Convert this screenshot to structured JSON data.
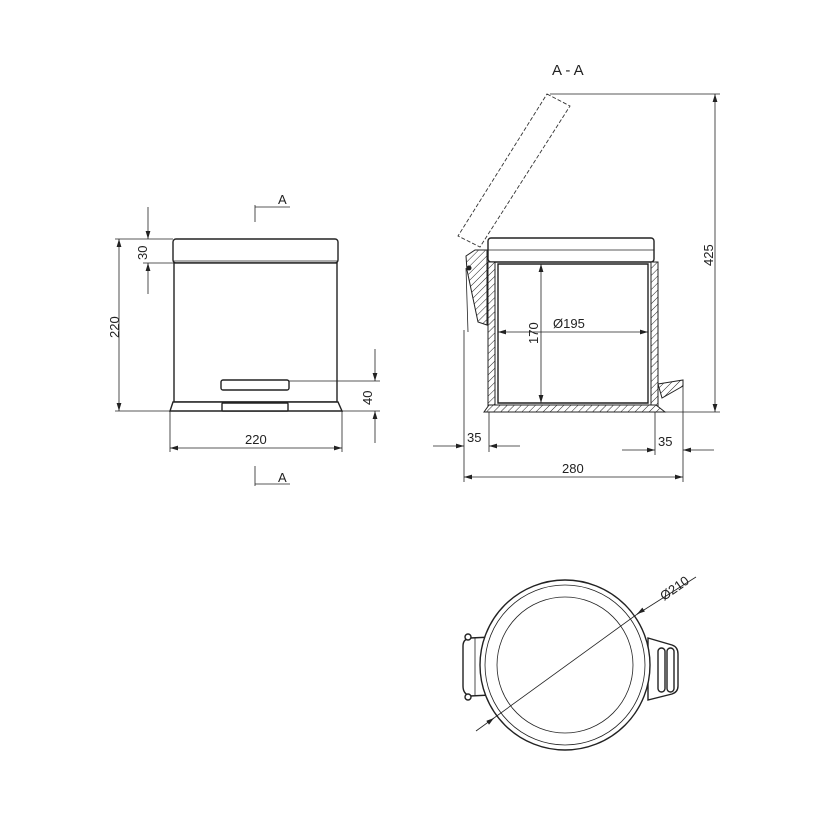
{
  "section_marker": "A",
  "section_title": "A - A",
  "front_view": {
    "dims": {
      "height_total": "220",
      "lid_height": "30",
      "pedal_height": "40",
      "width": "220"
    }
  },
  "section_view": {
    "dims": {
      "height_open": "425",
      "inner_height": "170",
      "inner_diameter": "Ø195",
      "left_offset": "35",
      "right_offset": "35",
      "depth_total": "280"
    }
  },
  "top_view": {
    "dims": {
      "diameter": "Ø210"
    }
  },
  "colors": {
    "line": "#222222",
    "background": "#ffffff"
  }
}
